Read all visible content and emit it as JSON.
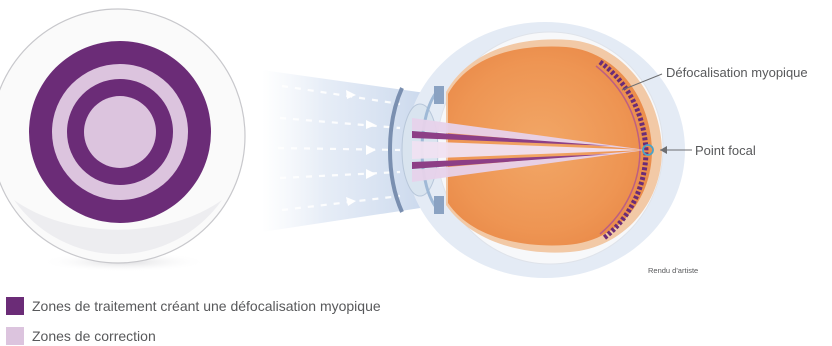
{
  "labels": {
    "myopic_defocus": "Défocalisation myopique",
    "focal_point": "Point focal",
    "artist_render": "Rendu d'artiste"
  },
  "legend": [
    {
      "label": "Zones de traitement créant une défocalisation myopique",
      "color": "#6b2c77"
    },
    {
      "label": "Zones de correction",
      "color": "#dcc4de"
    }
  ],
  "colors": {
    "treatment_zone": "#6b2c77",
    "correction_zone": "#dcc4de",
    "eye_interior": "#ef9a5c",
    "eye_outer": "#f6f7f9",
    "light_haze": "#c9d8ec",
    "label_text": "#58595b",
    "focal_marker": "#4aa3c8"
  }
}
